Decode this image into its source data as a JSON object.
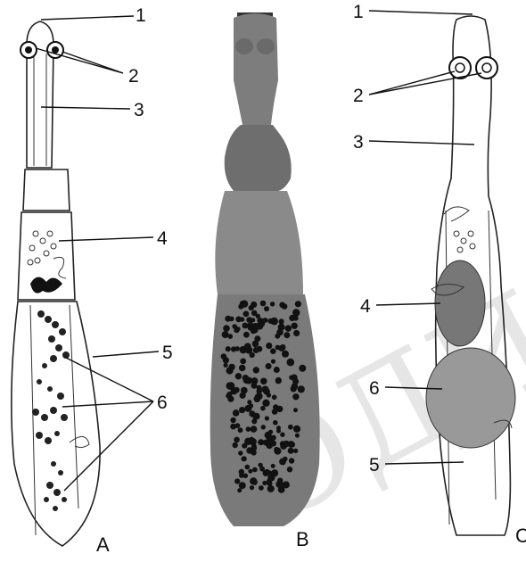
{
  "panels": [
    {
      "id": "A",
      "label": "A",
      "callouts": [
        "1",
        "2",
        "3",
        "4",
        "5",
        "6"
      ]
    },
    {
      "id": "B",
      "label": "B",
      "callouts": []
    },
    {
      "id": "C",
      "label": "C",
      "callouts": [
        "1",
        "2",
        "3",
        "4",
        "6",
        "5"
      ]
    }
  ],
  "watermark": "ОДИДК",
  "colors": {
    "ink": "#222222",
    "photo_body": "#7a7a7a",
    "egg_dark": "#111111",
    "watermark": "#e6e6e6"
  }
}
